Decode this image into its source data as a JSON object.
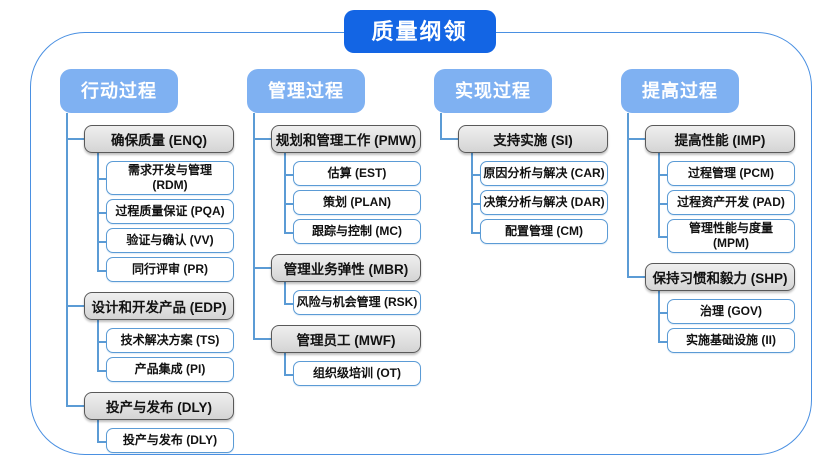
{
  "title": "质量纲领",
  "colors": {
    "title-bg": "#1365e4",
    "header-bg": "#7fb1f2",
    "parent-border": "#595959",
    "child-border": "#5b9bd5",
    "line": "#5b9bd5",
    "frame": "#4a90e2"
  },
  "columns": [
    {
      "id": "action",
      "header": "行动过程",
      "groups": [
        {
          "label": "确保质量 (ENQ)",
          "children": [
            "需求开发与管理 (RDM)",
            "过程质量保证 (PQA)",
            "验证与确认 (VV)",
            "同行评审 (PR)"
          ]
        },
        {
          "label": "设计和开发产品 (EDP)",
          "children": [
            "技术解决方案 (TS)",
            "产品集成 (PI)"
          ]
        },
        {
          "label": "投产与发布 (DLY)",
          "children": [
            "投产与发布 (DLY)"
          ]
        }
      ]
    },
    {
      "id": "management",
      "header": "管理过程",
      "groups": [
        {
          "label": "规划和管理工作 (PMW)",
          "children": [
            "估算 (EST)",
            "策划 (PLAN)",
            "跟踪与控制 (MC)"
          ]
        },
        {
          "label": "管理业务弹性 (MBR)",
          "children": [
            "风险与机会管理 (RSK)"
          ]
        },
        {
          "label": "管理员工 (MWF)",
          "children": [
            "组织级培训 (OT)"
          ]
        }
      ]
    },
    {
      "id": "realization",
      "header": "实现过程",
      "groups": [
        {
          "label": "支持实施 (SI)",
          "children": [
            "原因分析与解决 (CAR)",
            "决策分析与解决 (DAR)",
            "配置管理 (CM)"
          ]
        }
      ]
    },
    {
      "id": "improvement",
      "header": "提高过程",
      "groups": [
        {
          "label": "提高性能 (IMP)",
          "children": [
            "过程管理 (PCM)",
            "过程资产开发 (PAD)",
            "管理性能与度量\n(MPM)"
          ]
        },
        {
          "label": "保持习惯和毅力 (SHP)",
          "children": [
            "治理 (GOV)",
            "实施基础设施 (II)"
          ]
        }
      ]
    }
  ]
}
